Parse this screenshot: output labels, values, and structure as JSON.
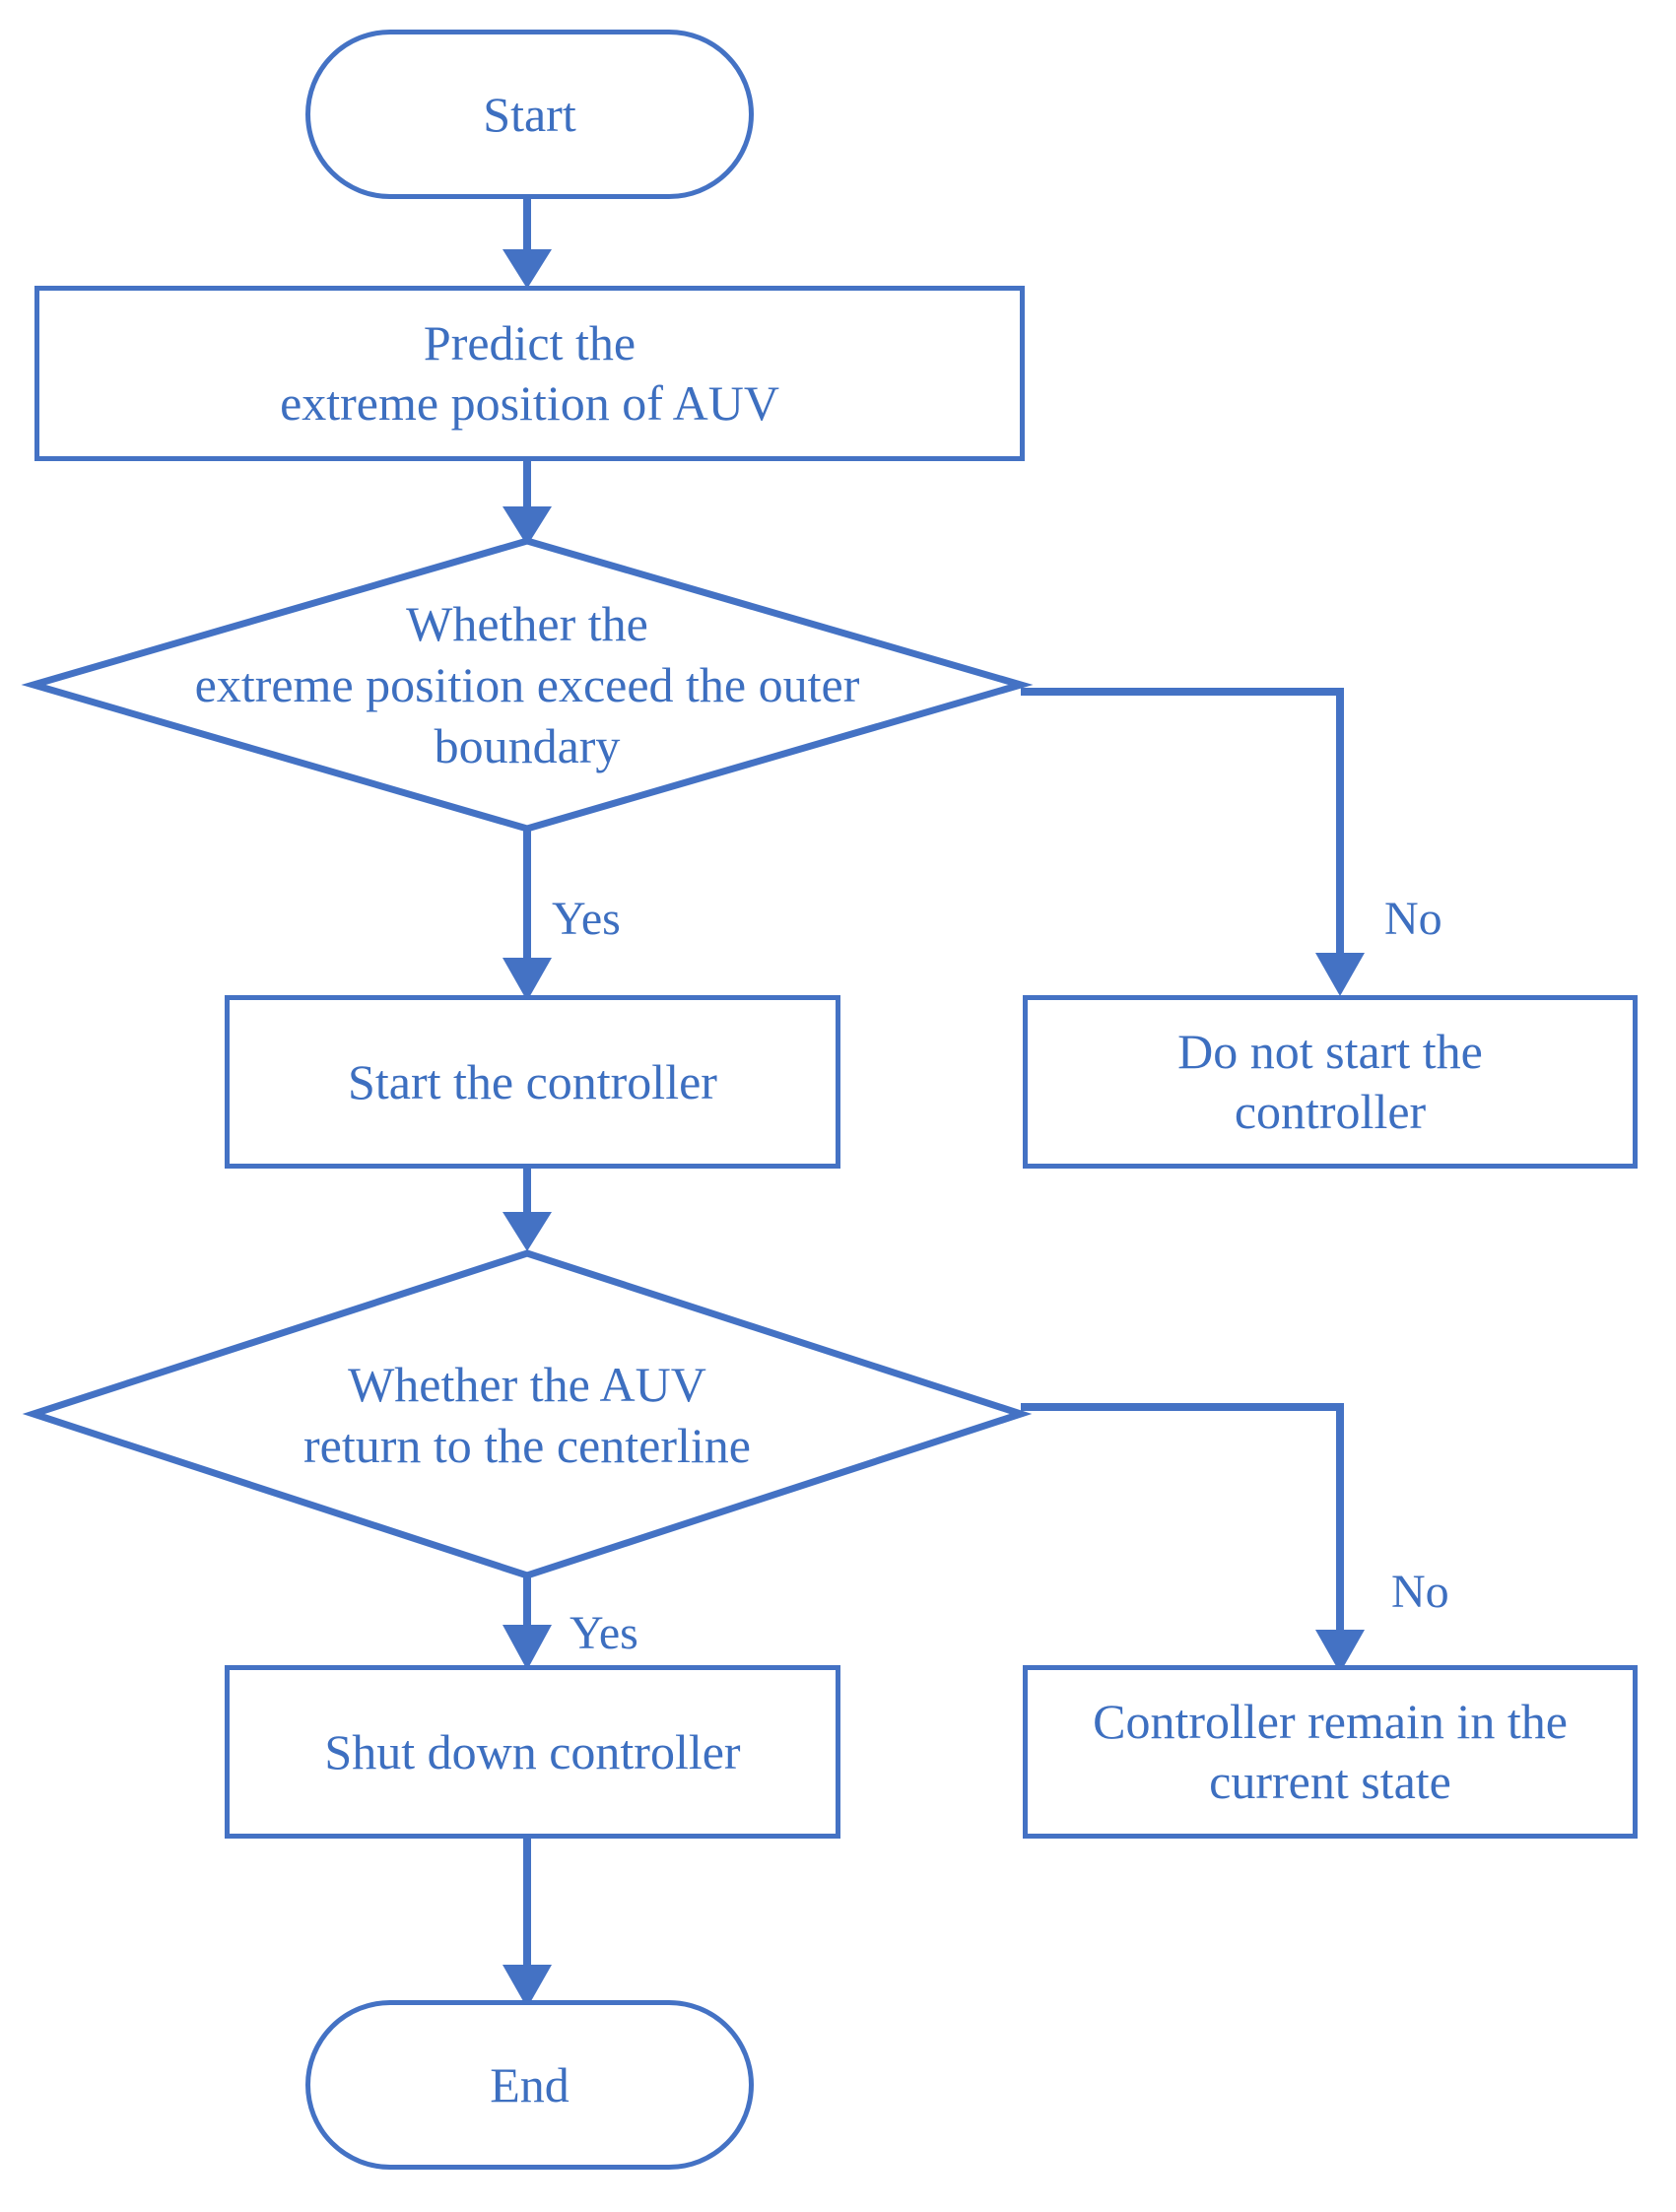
{
  "diagram": {
    "title": "AUV boundary controller decision flowchart",
    "type": "flowchart",
    "colors": {
      "stroke": "#4472C4",
      "text": "#3d6fc0",
      "background": "#ffffff"
    },
    "nodes": {
      "start": {
        "label": "Start",
        "shape": "terminal"
      },
      "predict": {
        "line1": "Predict the",
        "line2": "extreme position of AUV",
        "shape": "process"
      },
      "decision1": {
        "line1": "Whether the",
        "line2": "extreme position exceed the outer",
        "line3": "boundary",
        "shape": "decision"
      },
      "start_controller": {
        "label": "Start the controller",
        "shape": "process"
      },
      "no_start_controller": {
        "line1": "Do not start the",
        "line2": "controller",
        "shape": "process"
      },
      "decision2": {
        "line1": "Whether the AUV",
        "line2": "return to the centerline",
        "shape": "decision"
      },
      "shutdown": {
        "label": "Shut down controller",
        "shape": "process"
      },
      "remain": {
        "line1": "Controller remain in the",
        "line2": "current state",
        "shape": "process"
      },
      "end": {
        "label": "End",
        "shape": "terminal"
      }
    },
    "edge_labels": {
      "d1_yes": "Yes",
      "d1_no": "No",
      "d2_yes": "Yes",
      "d2_no": "No"
    }
  }
}
